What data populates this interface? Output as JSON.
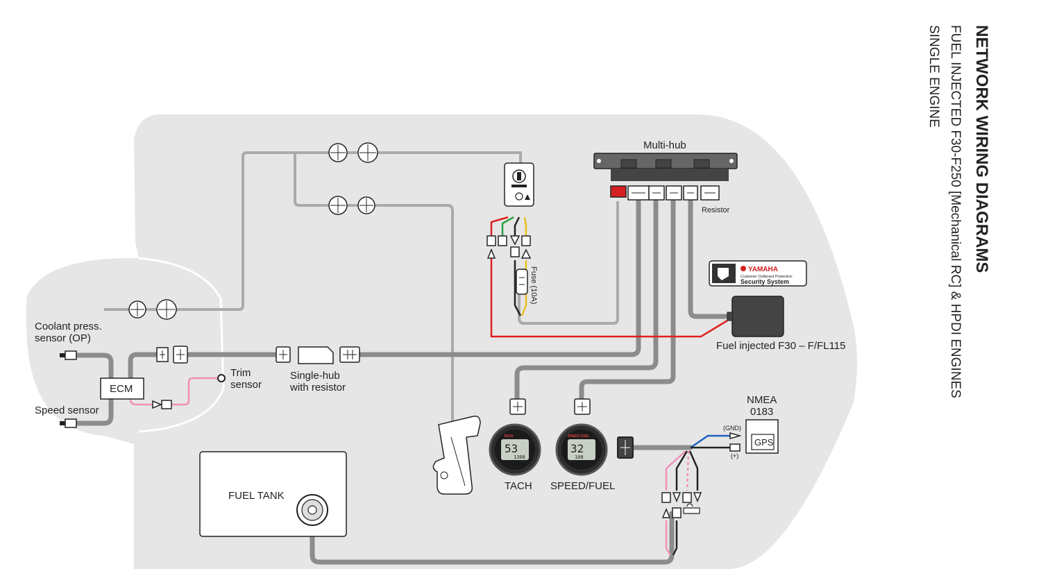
{
  "header": {
    "title": "NETWORK WIRING DIAGRAMS",
    "subtitle": "FUEL INJECTED F30-F250 [Mechanical RC] & HPDI ENGINES",
    "subtitle2": "SINGLE ENGINE"
  },
  "labels": {
    "multi_hub": "Multi-hub",
    "resistor": "Resistor",
    "fuse": "Fuse (10A)",
    "coolant_line1": "Coolant press.",
    "coolant_line2": "sensor (OP)",
    "speed_sensor": "Speed sensor",
    "ecm": "ECM",
    "trim_line1": "Trim",
    "trim_line2": "sensor",
    "single_hub_line1": "Single-hub",
    "single_hub_line2": "with resistor",
    "fuel_injected": "Fuel injected F30 – F/FL115",
    "nmea_line1": "NMEA",
    "nmea_line2": "0183",
    "gnd": "(GND)",
    "plus": "(+)",
    "gps": "GPS",
    "tach": "TACH",
    "speed_fuel": "SPEED/FUEL",
    "fuel_tank": "FUEL TANK"
  },
  "security_badge": {
    "brand": "YAMAHA",
    "line1": "Customer Outboard Protection",
    "line2": "Security System"
  },
  "gauges": {
    "tach_title": "TACH",
    "tach_value": "53",
    "tach_sub": "1308",
    "speed_title": "SPEED FUEL",
    "speed_value": "32",
    "speed_sub": "108"
  },
  "colors": {
    "hull": "#e6e6e6",
    "cable": "#8c8c8c",
    "red_wire": "#e02020",
    "green_wire": "#2aa040",
    "yellow_wire": "#e8c020",
    "pink_wire": "#f090b8",
    "blue_wire": "#2060c0"
  }
}
